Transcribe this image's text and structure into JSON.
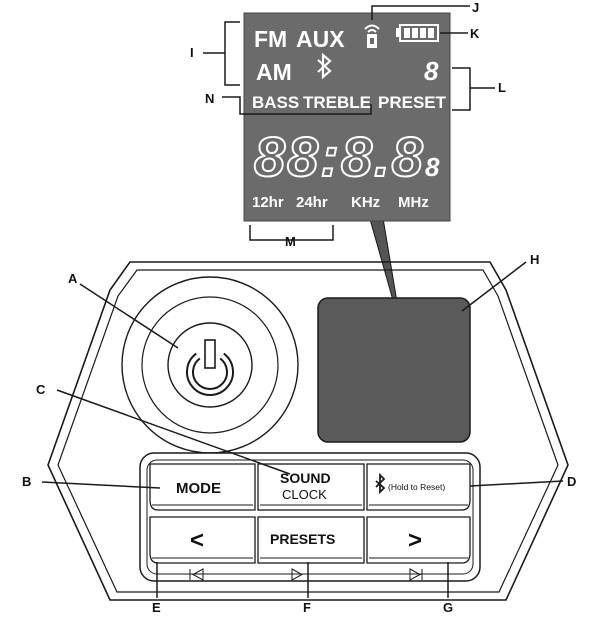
{
  "lcd": {
    "fm": "FM",
    "aux": "AUX",
    "am": "AM",
    "digit_small": "8",
    "bass": "BASS",
    "treble": "TREBLE",
    "preset": "PRESET",
    "clock_digits": "88:8.8",
    "clock_small": "8",
    "hr12": "12hr",
    "hr24": "24hr",
    "khz": "KHz",
    "mhz": "MHz"
  },
  "buttons": {
    "mode": "MODE",
    "sound": "SOUND",
    "clock": "CLOCK",
    "hold_reset": "(Hold to Reset)",
    "prev": "<",
    "presets": "PRESETS",
    "next": ">"
  },
  "callouts": {
    "a": "A",
    "b": "B",
    "c": "C",
    "d": "D",
    "e": "E",
    "f": "F",
    "g": "G",
    "h": "H",
    "i": "I",
    "j": "J",
    "k": "K",
    "l": "L",
    "m": "M",
    "n": "N"
  },
  "colors": {
    "lcd_bg": "#6b6b6b",
    "display_window": "#5a5a5a",
    "line": "#1a1a1a"
  },
  "icons": [
    "power-icon",
    "bluetooth-icon",
    "battery-icon",
    "signal-icon",
    "prev-track-icon",
    "play-icon",
    "next-track-icon"
  ]
}
